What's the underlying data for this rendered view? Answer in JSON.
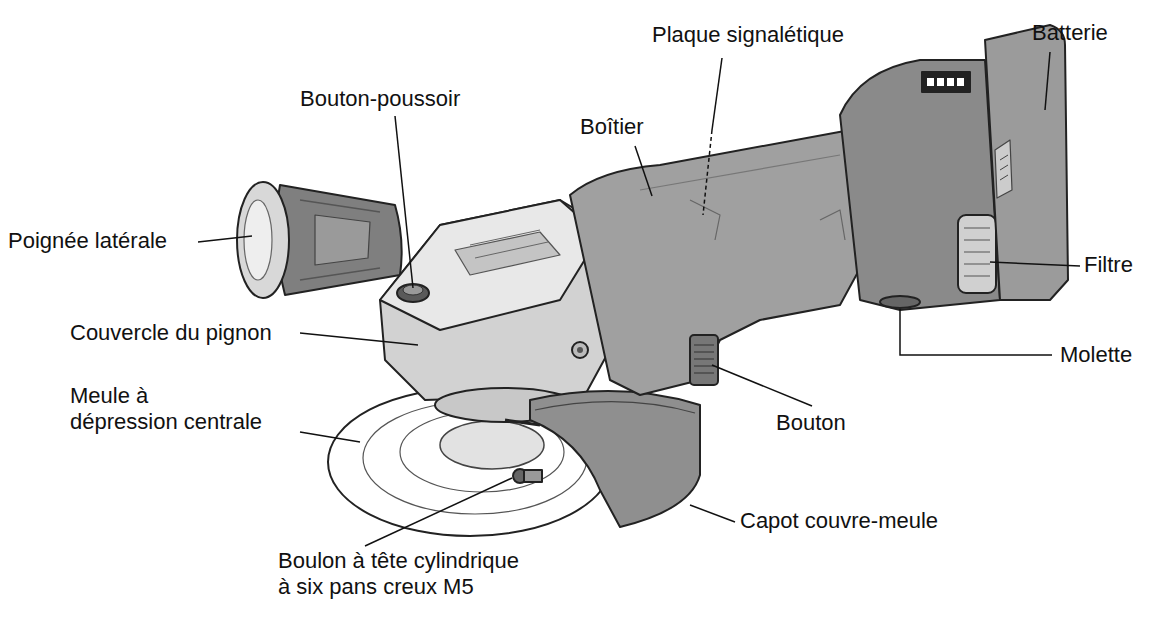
{
  "diagram": {
    "labels": [
      "Plaque signalétique",
      "Batterie",
      "Bouton-poussoir",
      "Boîtier",
      "Poignée latérale",
      "Filtre",
      "Couvercle du pignon",
      "Molette",
      "Meule à dépression centrale",
      "Bouton",
      "Capot couvre-meule",
      "Boulon à tête cylindrique à six pans creux M5"
    ]
  }
}
